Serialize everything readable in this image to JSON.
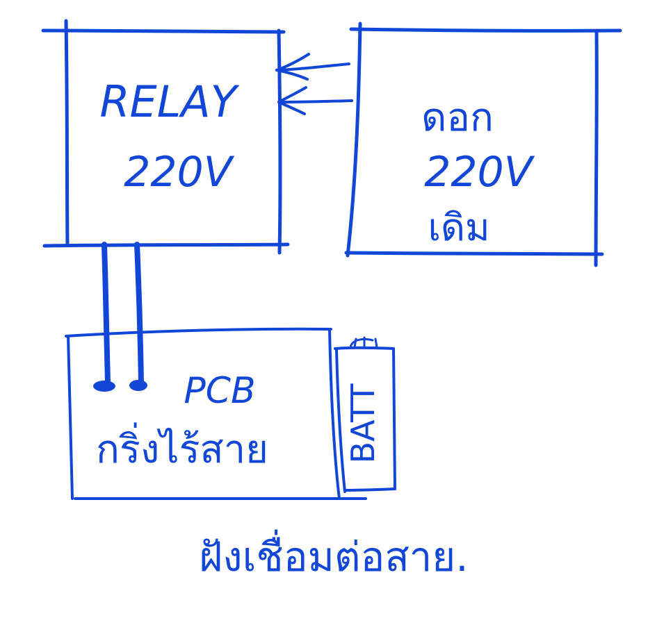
{
  "colors": {
    "ink": "#1246d6",
    "paper": "#ffffff"
  },
  "relay_box": {
    "line1": "RELAY",
    "line2": "220V"
  },
  "source_box": {
    "line1": "ดอก",
    "line2": "220V",
    "line3": "เดิม"
  },
  "pcb_box": {
    "line1": "PCB",
    "line2": "กริ่งไร้สาย"
  },
  "battery": {
    "label": "BATT"
  },
  "caption": "ฝังเชื่อมต่อสาย."
}
